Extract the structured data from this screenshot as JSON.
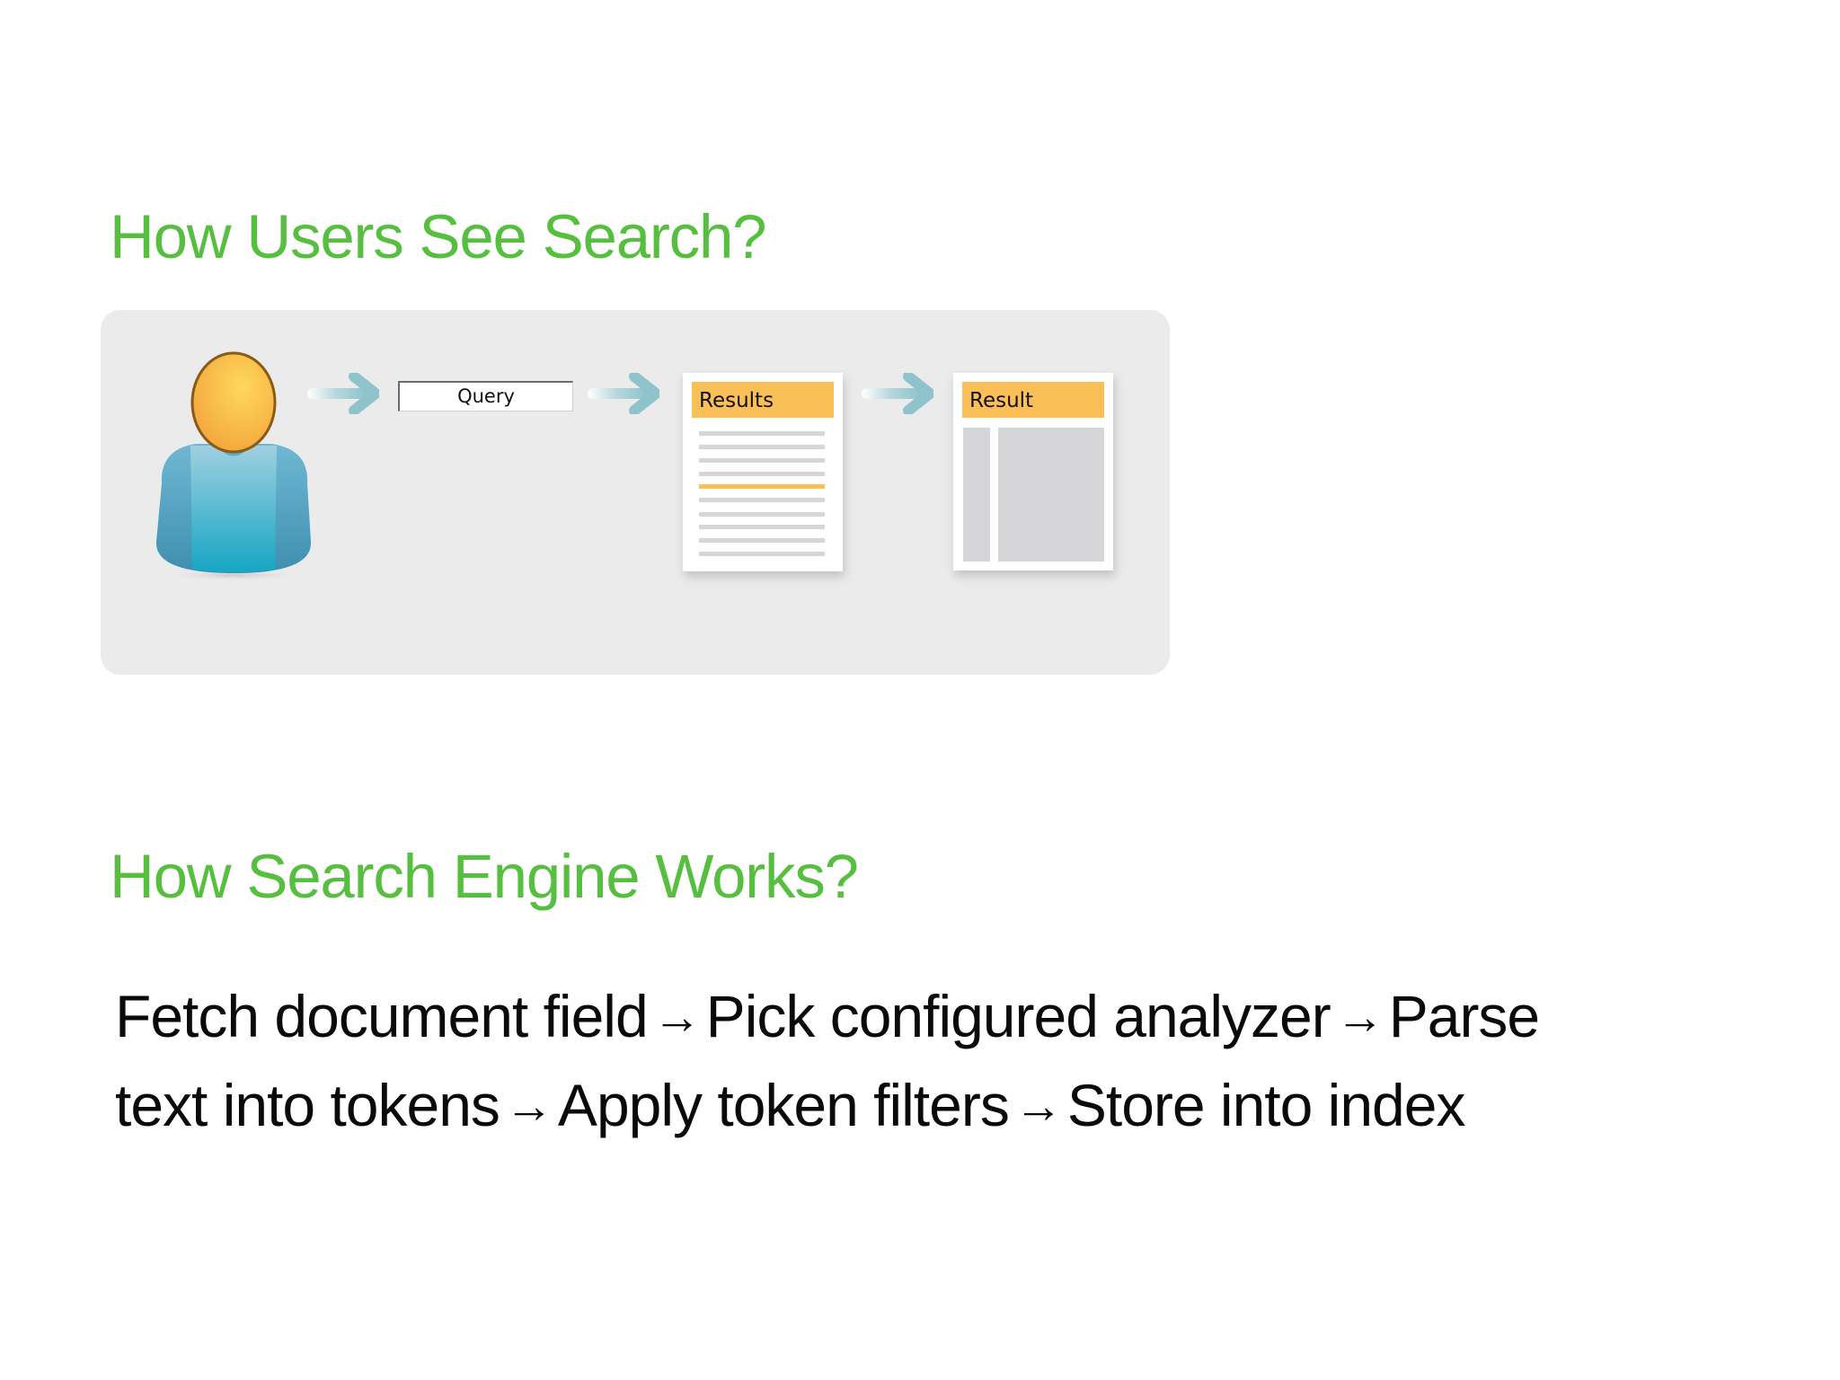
{
  "section_1": {
    "title": "How Users See Search?",
    "diagram": {
      "user_icon": "person-icon",
      "arrow_icon": "right-arrow-icon",
      "query_box_label": "Query",
      "results_card": {
        "header": "Results",
        "line_count": 10,
        "highlighted_line_index": 4
      },
      "result_card": {
        "header": "Result"
      }
    }
  },
  "section_2": {
    "title": "How Search Engine Works?",
    "arrow_glyph": "→",
    "steps": [
      "Fetch document field",
      "Pick configured analyzer",
      "Parse text into tokens",
      "Apply token filters",
      "Store into index"
    ],
    "lines": [
      [
        "Fetch document field",
        "Pick configured analyzer",
        "Parse"
      ],
      [
        "text into tokens",
        "Apply token filters",
        "Store into index"
      ]
    ]
  },
  "colors": {
    "title_green": "#57bf3f",
    "panel_bg": "#ebebec",
    "header_orange": "#fbbf58",
    "placeholder_gray": "#d6d6d9",
    "arrow_teal": "#8fc3cb",
    "shirt_blue": "#5fb4cf",
    "face_yellow": "#f9bf4d"
  }
}
